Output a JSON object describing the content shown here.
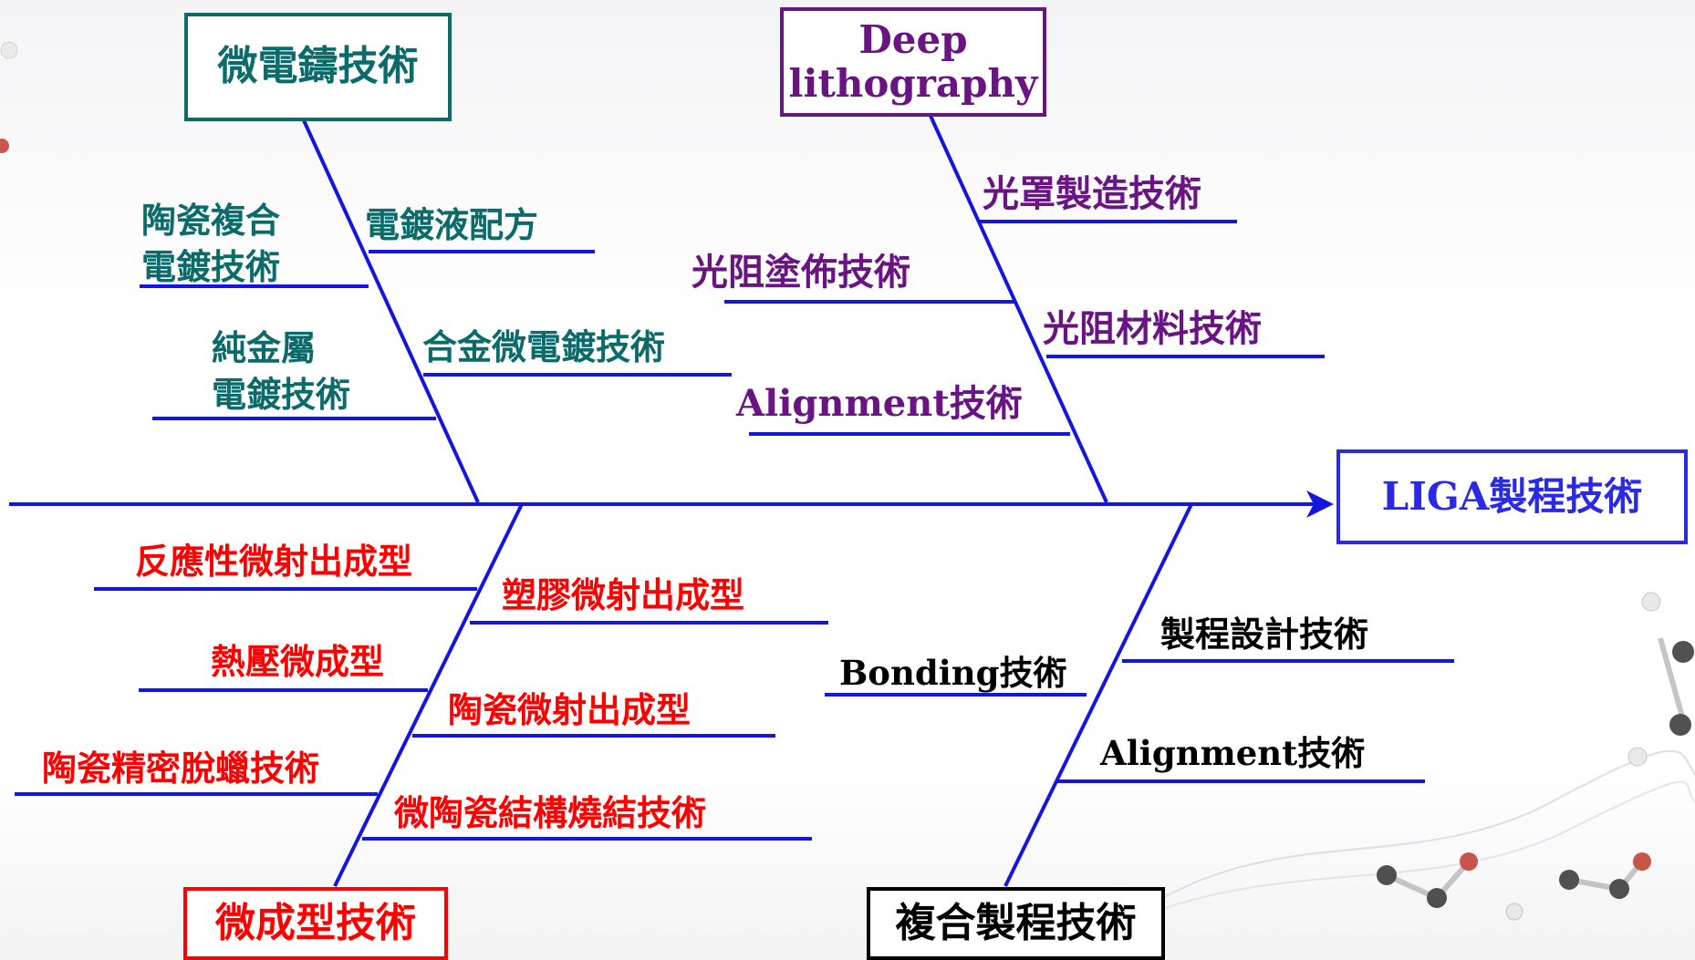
{
  "colors": {
    "spine": "#1515e0",
    "teal": "#0b6b6b",
    "purple": "#6a1483",
    "red": "#ff0000",
    "black": "#000000",
    "blue_text": "#2a2ae6"
  },
  "head": {
    "label": "LIGA製程技術"
  },
  "categories": {
    "electroforming": {
      "title": "微電鑄技術",
      "branches": [
        "陶瓷複合\n電鍍技術",
        "電鍍液配方",
        "純金屬\n電鍍技術",
        "合金微電鍍技術"
      ]
    },
    "lithography": {
      "title": "Deep\nlithography",
      "branches": [
        "光罩製造技術",
        "光阻塗佈技術",
        "光阻材料技術",
        "Alignment技術"
      ]
    },
    "molding": {
      "title": "微成型技術",
      "branches": [
        "反應性微射出成型",
        "塑膠微射出成型",
        "熱壓微成型",
        "陶瓷微射出成型",
        "陶瓷精密脫蠟技術",
        "微陶瓷結構燒結技術"
      ]
    },
    "composite": {
      "title": "複合製程技術",
      "branches": [
        "製程設計技術",
        "Bonding技術",
        "Alignment技術"
      ]
    }
  }
}
